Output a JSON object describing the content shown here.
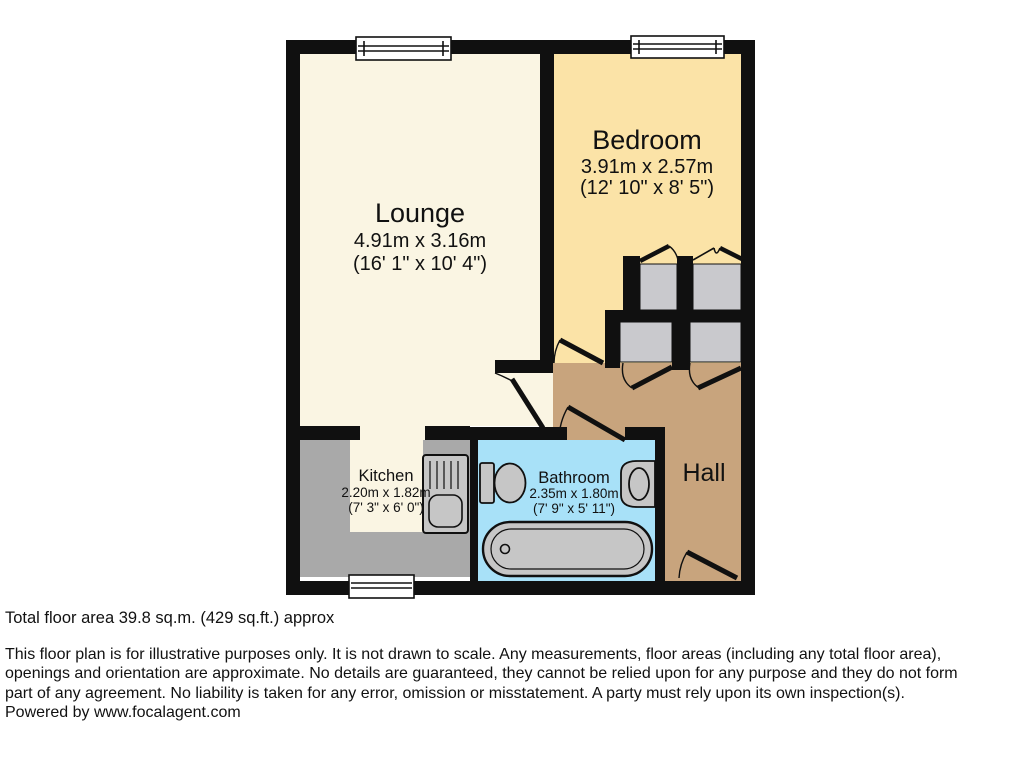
{
  "colors": {
    "wall": "#101010",
    "lounge_floor": "#FAF5E3",
    "bedroom_floor": "#FBE3A7",
    "hall_floor": "#C8A47D",
    "bathroom_floor": "#A8E1F8",
    "counter": "#A9A9A9",
    "closet": "#C9C9CD",
    "fixture": "#C6C6C6",
    "window": "#FFFFFF",
    "text": "#111111"
  },
  "rooms": {
    "lounge": {
      "name": "Lounge",
      "metric": "4.91m x 3.16m",
      "imperial": "(16' 1\" x 10' 4\")"
    },
    "bedroom": {
      "name": "Bedroom",
      "metric": "3.91m x 2.57m",
      "imperial": "(12' 10\" x 8' 5\")"
    },
    "kitchen": {
      "name": "Kitchen",
      "metric": "2.20m x 1.82m",
      "imperial": "(7' 3\" x 6' 0\")"
    },
    "bathroom": {
      "name": "Bathroom",
      "metric": "2.35m x 1.80m",
      "imperial": "(7' 9\" x 5' 11\")"
    },
    "hall": {
      "name": "Hall"
    }
  },
  "footer": {
    "total_area": "Total floor area 39.8 sq.m. (429 sq.ft.) approx",
    "disclaimer_lines": [
      "This floor plan is for illustrative purposes only. It is not drawn to scale. Any measurements, floor areas (including any total floor area),",
      "openings and orientation are approximate. No details are guaranteed, they cannot be relied upon for any purpose and they do not form",
      "part of any agreement. No liability is taken for any error, omission or misstatement. A party must rely upon its own inspection(s).",
      "Powered by www.focalagent.com"
    ]
  }
}
